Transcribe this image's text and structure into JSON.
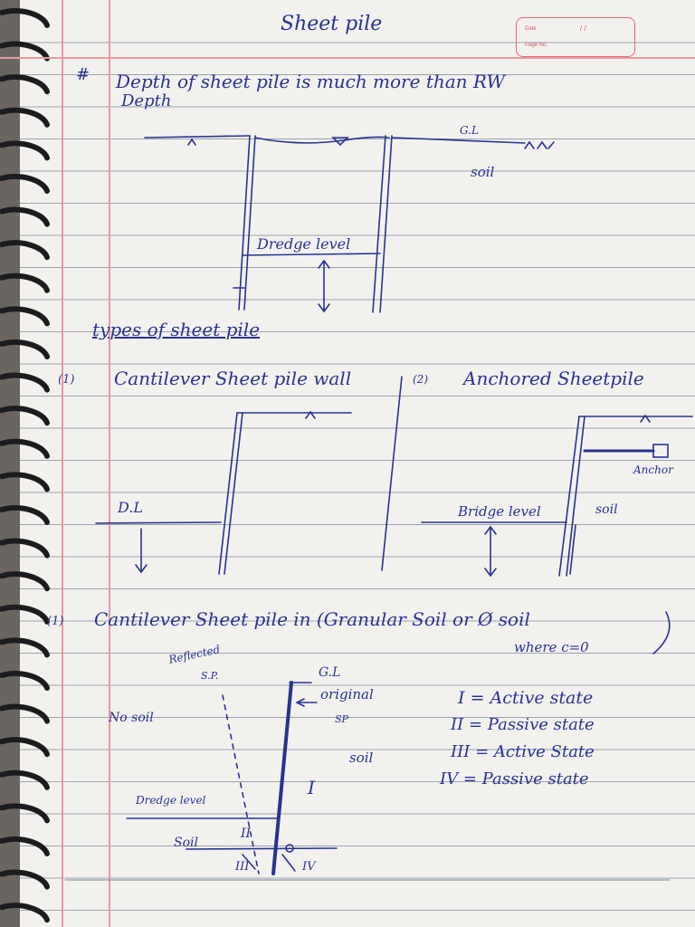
{
  "page": {
    "title": "Sheet pile",
    "date_label": "Date",
    "page_no_label": "Page No.",
    "date_slashes": "/   /"
  },
  "intro": {
    "bullet": "#",
    "line1": "Depth of  sheet pile  is  much more  than  RW",
    "line2": "Depth"
  },
  "diagram1": {
    "gl": "G.L",
    "soil": "soil",
    "dredge": "Dredge level"
  },
  "types": {
    "heading": "types of sheet pile",
    "t1_num": "(1)",
    "t1": "Cantilever  Sheet pile wall",
    "t2_num": "(2)",
    "t2": "Anchored Sheetpile",
    "dl": "D.L",
    "anchor": "Anchor",
    "bridge": "Bridge level",
    "soil": "soil"
  },
  "section1": {
    "num": "(1)",
    "heading": "Cantilever  Sheet pile  in (Granular  Soil  or  Ø soil",
    "where": "where  c=0",
    "reflected": "Reflected",
    "sp": "S.P.",
    "gl": "G.L",
    "original": "original",
    "original_sp": "SP",
    "no_soil": "No soil",
    "soil": "soil",
    "roman1": "I",
    "dredge": "Dredge level",
    "soil2": "Soil",
    "roman2": "II",
    "roman3": "III",
    "roman4": "IV"
  },
  "states": [
    {
      "n": "I",
      "eq": "=",
      "text": "Active state"
    },
    {
      "n": "II",
      "eq": "=",
      "text": "Passive state"
    },
    {
      "n": "III",
      "eq": "=",
      "text": "Active State"
    },
    {
      "n": "IV",
      "eq": "=",
      "text": "Passive state"
    }
  ]
}
